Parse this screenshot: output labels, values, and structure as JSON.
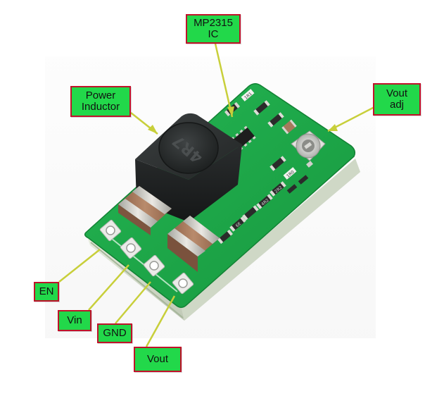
{
  "image": {
    "subject": "mini buck converter module",
    "inductor_marking": "4R7",
    "smd_markings": [
      "1R1",
      "1R0",
      "2R2",
      "4R2",
      "6E"
    ]
  },
  "labels": {
    "ic": [
      "MP2315",
      "IC"
    ],
    "inductor": [
      "Power",
      "Inductor"
    ],
    "vout_adj": [
      "Vout",
      "adj"
    ],
    "en": "EN",
    "vin": "Vin",
    "gnd": "GND",
    "vout": "Vout"
  },
  "colors": {
    "label_fill": "#22d84a",
    "label_border": "#c0122a",
    "leader_line": "#c8cf3a",
    "pcb": "#1aa347",
    "inductor": "#2b2e2e"
  }
}
